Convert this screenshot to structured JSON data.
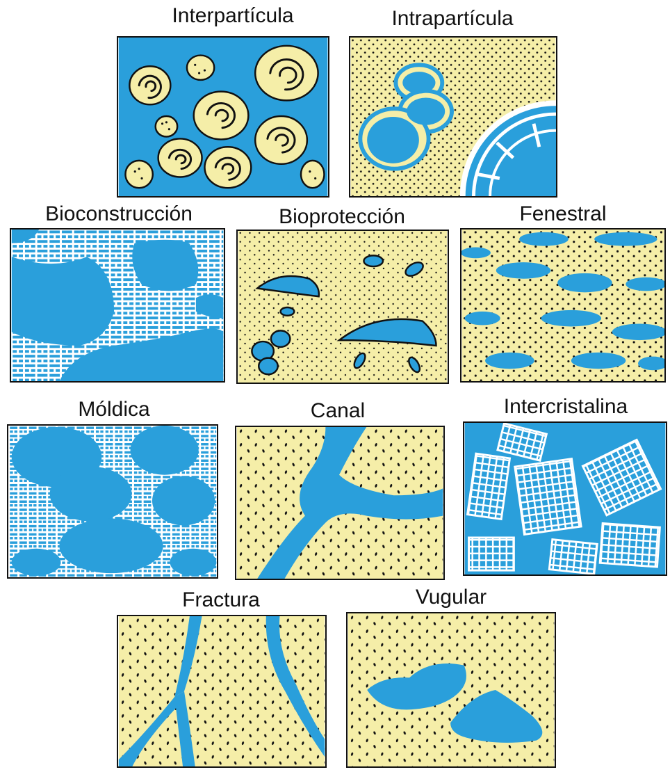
{
  "colors": {
    "pore": "#2a9fdb",
    "grain": "#f5eea8",
    "ink": "#111111",
    "white": "#ffffff"
  },
  "panels": [
    {
      "id": "interparticula",
      "label": "Interpartícula",
      "icon": "ooid-grains-icon"
    },
    {
      "id": "intraparticula",
      "label": "Intrapartícula",
      "icon": "fossil-chambers-icon"
    },
    {
      "id": "bioconstruccion",
      "label": "Bioconstrucción",
      "icon": "reef-framework-icon"
    },
    {
      "id": "bioproteccion",
      "label": "Bioprotección",
      "icon": "sheltered-shells-icon"
    },
    {
      "id": "fenestral",
      "label": "Fenestral",
      "icon": "fenestral-voids-icon"
    },
    {
      "id": "moldica",
      "label": "Móldica",
      "icon": "moldic-voids-icon"
    },
    {
      "id": "canal",
      "label": "Canal",
      "icon": "channel-icon"
    },
    {
      "id": "intercristalina",
      "label": "Intercristalina",
      "icon": "crystal-grid-icon"
    },
    {
      "id": "fractura",
      "label": "Fractura",
      "icon": "fracture-icon"
    },
    {
      "id": "vugular",
      "label": "Vugular",
      "icon": "vug-icon"
    }
  ]
}
